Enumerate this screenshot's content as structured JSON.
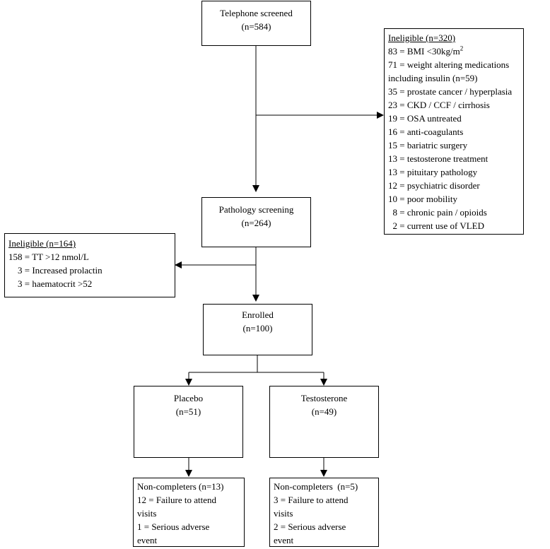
{
  "telephone": {
    "title": "Telephone screened",
    "count": "(n=584)"
  },
  "ineligible_first": {
    "header": "Ineligible (n=320)",
    "items": [
      {
        "text": "83 = BMI <30kg/m",
        "sup": "2"
      },
      {
        "text": "71 = weight altering medications"
      },
      {
        "text": "including insulin (n=59)"
      },
      {
        "text": "35 = prostate cancer / hyperplasia"
      },
      {
        "text": "23 = CKD / CCF / cirrhosis"
      },
      {
        "text": "19 = OSA untreated"
      },
      {
        "text": "16 = anti-coagulants"
      },
      {
        "text": "15 = bariatric surgery"
      },
      {
        "text": "13 = testosterone treatment"
      },
      {
        "text": "13 = pituitary pathology"
      },
      {
        "text": "12 = psychiatric disorder"
      },
      {
        "text": "10 = poor mobility"
      },
      {
        "text": "  8 = chronic pain / opioids"
      },
      {
        "text": "  2 = current use of VLED"
      }
    ]
  },
  "pathology": {
    "title": "Pathology screening",
    "count": "(n=264)"
  },
  "ineligible_second": {
    "header": "Ineligible (n=164)",
    "items": [
      {
        "text": "158 = TT >12 nmol/L"
      },
      {
        "text": "    3 = Increased prolactin"
      },
      {
        "text": "    3 = haematocrit >52"
      }
    ]
  },
  "enrolled": {
    "title": "Enrolled",
    "count": "(n=100)"
  },
  "placebo": {
    "title": "Placebo",
    "count": "(n=51)"
  },
  "testosterone": {
    "title": "Testosterone",
    "count": "(n=49)"
  },
  "noncompleters_placebo": {
    "items": [
      "Non-completers (n=13)",
      "12 = Failure to attend",
      "visits",
      "1 = Serious adverse",
      "event"
    ]
  },
  "noncompleters_testosterone": {
    "items": [
      "Non-completers  (n=5)",
      "3 = Failure to attend",
      "visits",
      "2 = Serious adverse",
      "event"
    ]
  }
}
